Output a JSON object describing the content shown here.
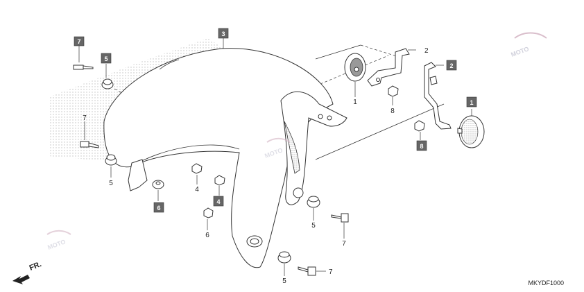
{
  "diagram_code": "MKYDF1000",
  "direction_label": "FR.",
  "watermarks": [
    "MOTO",
    "MOTO",
    "MOTO"
  ],
  "boxed_callouts": [
    {
      "id": "c-b7",
      "text": "7"
    },
    {
      "id": "c-b5",
      "text": "5"
    },
    {
      "id": "c-b3",
      "text": "3"
    },
    {
      "id": "c-b2",
      "text": "2"
    },
    {
      "id": "c-b1",
      "text": "1"
    },
    {
      "id": "c-b8",
      "text": "8"
    },
    {
      "id": "c-b6",
      "text": "6"
    },
    {
      "id": "c-b4",
      "text": "4"
    }
  ],
  "plain_callouts": [
    {
      "id": "c-p2",
      "text": "2"
    },
    {
      "id": "c-p1",
      "text": "1"
    },
    {
      "id": "c-p8",
      "text": "8"
    },
    {
      "id": "c-p7a",
      "text": "7"
    },
    {
      "id": "c-p5a",
      "text": "5"
    },
    {
      "id": "c-p4",
      "text": "4"
    },
    {
      "id": "c-p6",
      "text": "6"
    },
    {
      "id": "c-p5b",
      "text": "5"
    },
    {
      "id": "c-p7b",
      "text": "7"
    },
    {
      "id": "c-p5c",
      "text": "5"
    },
    {
      "id": "c-p7c",
      "text": "7"
    }
  ]
}
